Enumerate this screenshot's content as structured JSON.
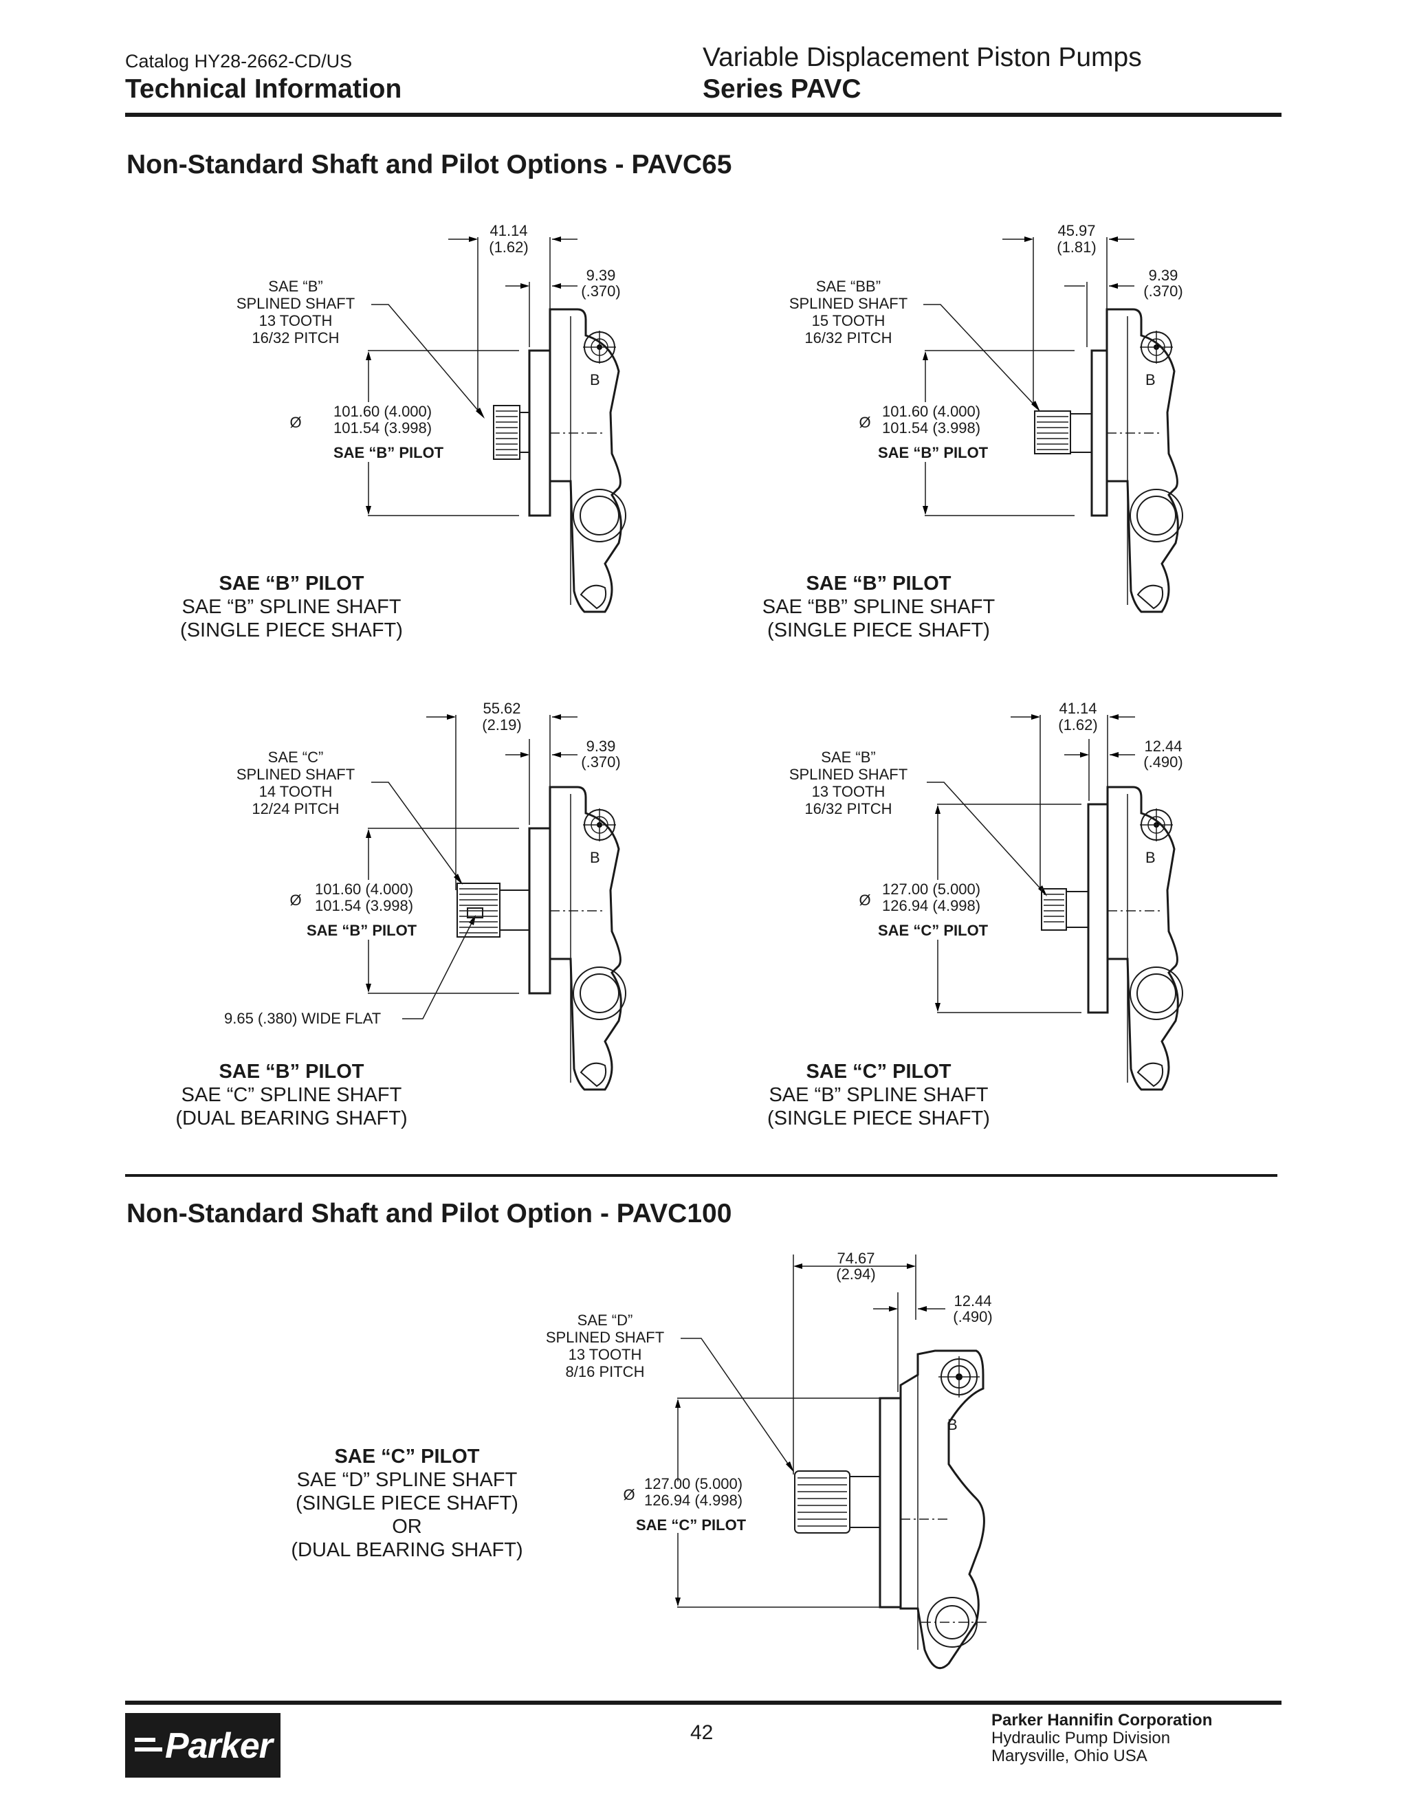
{
  "header": {
    "catalog": "Catalog  HY28-2662-CD/US",
    "section": "Technical Information",
    "title": "Variable Displacement Piston Pumps",
    "series": "Series PAVC"
  },
  "section1_title": "Non-Standard Shaft and Pilot Options - PAVC65",
  "section2_title": "Non-Standard Shaft and Pilot Option - PAVC100",
  "port_label": "B",
  "diagrams": [
    {
      "dim_overall": [
        "41.14",
        "(1.62)"
      ],
      "dim_small": [
        "9.39",
        "(.370)"
      ],
      "shaft_label": [
        "SAE “B”",
        "SPLINED SHAFT",
        "13 TOOTH",
        "16/32 PITCH"
      ],
      "pilot_dia": [
        "101.60 (4.000)",
        "101.54 (3.998)"
      ],
      "dia_symbol": "Ø",
      "pilot_name": "SAE “B” PILOT",
      "caption": [
        "SAE “B” PILOT",
        "SAE “B” SPLINE SHAFT",
        "(SINGLE PIECE SHAFT)"
      ]
    },
    {
      "dim_overall": [
        "45.97",
        "(1.81)"
      ],
      "dim_small": [
        "9.39",
        "(.370)"
      ],
      "shaft_label": [
        "SAE “BB”",
        "SPLINED SHAFT",
        "15 TOOTH",
        "16/32 PITCH"
      ],
      "pilot_dia": [
        "101.60 (4.000)",
        "101.54 (3.998)"
      ],
      "dia_symbol": "Ø",
      "pilot_name": "SAE “B” PILOT",
      "caption": [
        "SAE “B” PILOT",
        "SAE “BB” SPLINE SHAFT",
        "(SINGLE PIECE SHAFT)"
      ]
    },
    {
      "dim_overall": [
        "55.62",
        "(2.19)"
      ],
      "dim_small": [
        "9.39",
        "(.370)"
      ],
      "shaft_label": [
        "SAE “C”",
        "SPLINED SHAFT",
        "14 TOOTH",
        "12/24 PITCH"
      ],
      "pilot_dia": [
        "101.60 (4.000)",
        "101.54 (3.998)"
      ],
      "dia_symbol": "Ø",
      "pilot_name": "SAE “B” PILOT",
      "flat_label": "9.65 (.380) WIDE FLAT",
      "caption": [
        "SAE “B” PILOT",
        "SAE “C” SPLINE SHAFT",
        "(DUAL BEARING SHAFT)"
      ]
    },
    {
      "dim_overall": [
        "41.14",
        "(1.62)"
      ],
      "dim_small": [
        "12.44",
        "(.490)"
      ],
      "shaft_label": [
        "SAE “B”",
        "SPLINED SHAFT",
        "13 TOOTH",
        "16/32 PITCH"
      ],
      "pilot_dia": [
        "127.00 (5.000)",
        "126.94 (4.998)"
      ],
      "dia_symbol": "Ø",
      "pilot_name": "SAE “C” PILOT",
      "caption": [
        "SAE “C” PILOT",
        "SAE “B” SPLINE SHAFT",
        "(SINGLE PIECE SHAFT)"
      ]
    },
    {
      "dim_overall": [
        "74.67",
        "(2.94)"
      ],
      "dim_small": [
        "12.44",
        "(.490)"
      ],
      "shaft_label": [
        "SAE “D”",
        "SPLINED SHAFT",
        "13 TOOTH",
        "8/16 PITCH"
      ],
      "pilot_dia": [
        "127.00 (5.000)",
        "126.94 (4.998)"
      ],
      "dia_symbol": "Ø",
      "pilot_name": "SAE “C” PILOT",
      "caption": [
        "SAE “C” PILOT",
        "SAE “D” SPLINE SHAFT",
        "(SINGLE PIECE SHAFT)",
        "OR",
        "(DUAL BEARING SHAFT)"
      ]
    }
  ],
  "footer": {
    "logo_text": "Parker",
    "page_number": "42",
    "company": "Parker Hannifin Corporation",
    "division": "Hydraulic Pump Division",
    "location": "Marysville, Ohio USA"
  }
}
